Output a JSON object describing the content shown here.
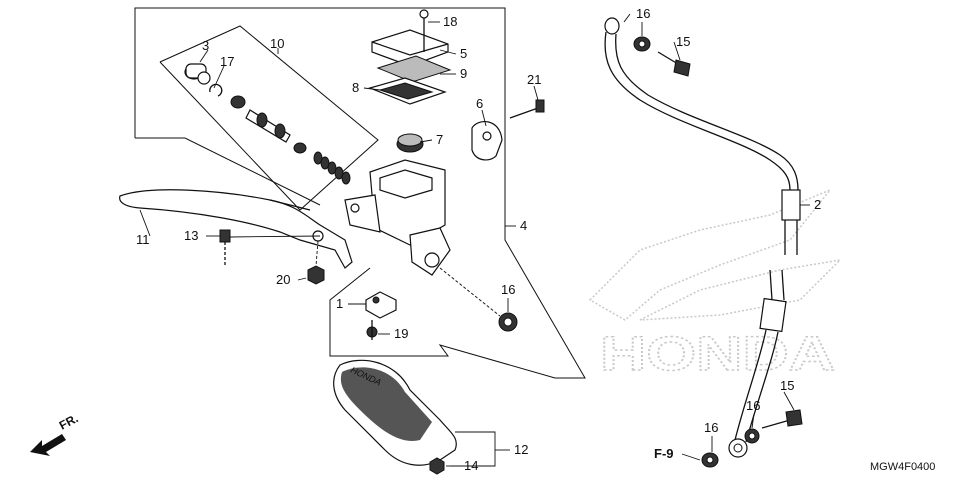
{
  "diagram_code": "MGW4F0400",
  "front_marker": "FR.",
  "section_ref": "F-9",
  "watermark": {
    "text": "HONDA",
    "color": "#c9c9c9"
  },
  "brand_text": "HONDA",
  "callouts": {
    "c1": "1",
    "c2": "2",
    "c3": "3",
    "c4": "4",
    "c5": "5",
    "c6": "6",
    "c7": "7",
    "c8": "8",
    "c9": "9",
    "c10": "10",
    "c11": "11",
    "c12": "12",
    "c13": "13",
    "c14": "14",
    "c15a": "15",
    "c15b": "15",
    "c16a": "16",
    "c16b": "16",
    "c16c": "16",
    "c16d": "16",
    "c17": "17",
    "c18": "18",
    "c19": "19",
    "c20": "20",
    "c21": "21"
  }
}
